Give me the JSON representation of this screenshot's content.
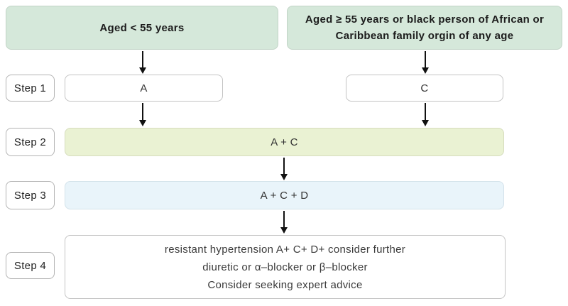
{
  "colors": {
    "header_bg": "#d5e8da",
    "step2_bg": "#eaf2d3",
    "step3_bg": "#e9f4fa",
    "box_border": "#c4c4c4",
    "label_border": "#b3b3b3",
    "arrow": "#111111"
  },
  "headers": {
    "left": "Aged < 55 years",
    "right_line1": "Aged ≥ 55 years or black person of African or",
    "right_line2": "Caribbean family orgin of any age"
  },
  "step_labels": [
    "Step 1",
    "Step 2",
    "Step 3",
    "Step 4"
  ],
  "treatment": {
    "step1_left": "A",
    "step1_right": "C",
    "step2": "A + C",
    "step3": "A + C + D",
    "step4_line1": "resistant hypertension A+ C+ D+ consider further",
    "step4_line2": "diuretic or α–blocker or β–blocker",
    "step4_line3": "Consider seeking expert advice"
  }
}
